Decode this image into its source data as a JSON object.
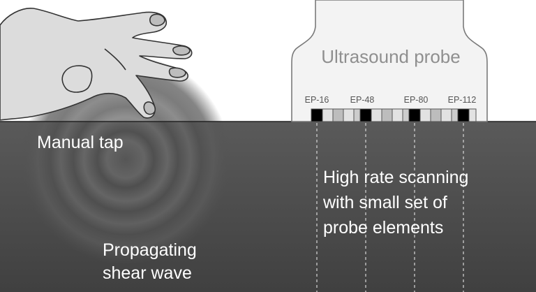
{
  "probe": {
    "title": "Ultrasound probe",
    "element_labels": [
      "EP-16",
      "EP-48",
      "EP-80",
      "EP-112"
    ]
  },
  "labels": {
    "manual_tap": "Manual tap",
    "scanning": [
      "High rate scanning",
      "with small set of",
      "probe elements"
    ],
    "shear_wave": [
      "Propagating",
      "shear wave"
    ]
  },
  "colors": {
    "tissue_top": "#555555",
    "tissue_bottom": "#3f3f3f",
    "probe_body": "#f2f2f2",
    "probe_outline": "#888888",
    "active_element": "#000000",
    "label_text": "#ffffff"
  }
}
